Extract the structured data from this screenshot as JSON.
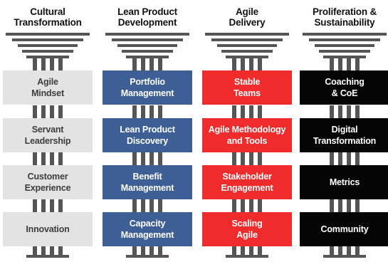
{
  "pillars": [
    {
      "title": "Cultural\nTransformation",
      "color": "#e3e3e3",
      "items": [
        "Agile\nMindset",
        "Servant\nLeadership",
        "Customer\nExperience",
        "Innovation"
      ]
    },
    {
      "title": "Lean Product\nDevelopment",
      "color": "#3d5f96",
      "items": [
        "Portfolio\nManagement",
        "Lean Product\nDiscovery",
        "Benefit\nManagement",
        "Capacity\nManagement"
      ]
    },
    {
      "title": "Agile\nDelivery",
      "color": "#f02b2b",
      "items": [
        "Stable\nTeams",
        "Agile Methodology\nand Tools",
        "Stakeholder\nEngagement",
        "Scaling\nAgile"
      ]
    },
    {
      "title": "Proliferation &\nSustainability",
      "color": "#050505",
      "items": [
        "Coaching\n& CoE",
        "Digital\nTransformation",
        "Metrics",
        "Community"
      ]
    }
  ]
}
